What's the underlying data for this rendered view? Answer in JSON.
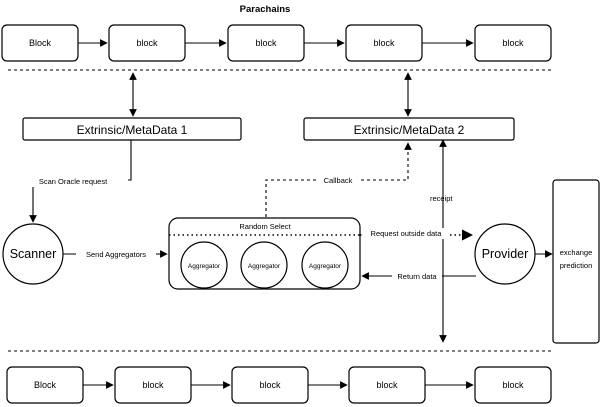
{
  "title": "Parachains",
  "top_blocks": [
    "Block",
    "block",
    "block",
    "block",
    "block"
  ],
  "bottom_blocks": [
    "Block",
    "block",
    "block",
    "block",
    "block"
  ],
  "extrinsic_1": "Extrinsic/MetaData 1",
  "extrinsic_2": "Extrinsic/MetaData 2",
  "scanner": "Scanner",
  "provider": "Provider",
  "random_select": "Random Select",
  "aggregators": [
    "Aggregator",
    "Aggregator",
    "Aggregator"
  ],
  "exchange_prediction": [
    "exchange",
    "prediction"
  ],
  "edge_labels": {
    "scan_oracle_request": "Scan Oracle request",
    "callback": "Callback",
    "receipt": "receipt",
    "send_aggregators": "Send Aggregators",
    "request_outside_data": "Request outside data",
    "return_data": "Return data"
  }
}
